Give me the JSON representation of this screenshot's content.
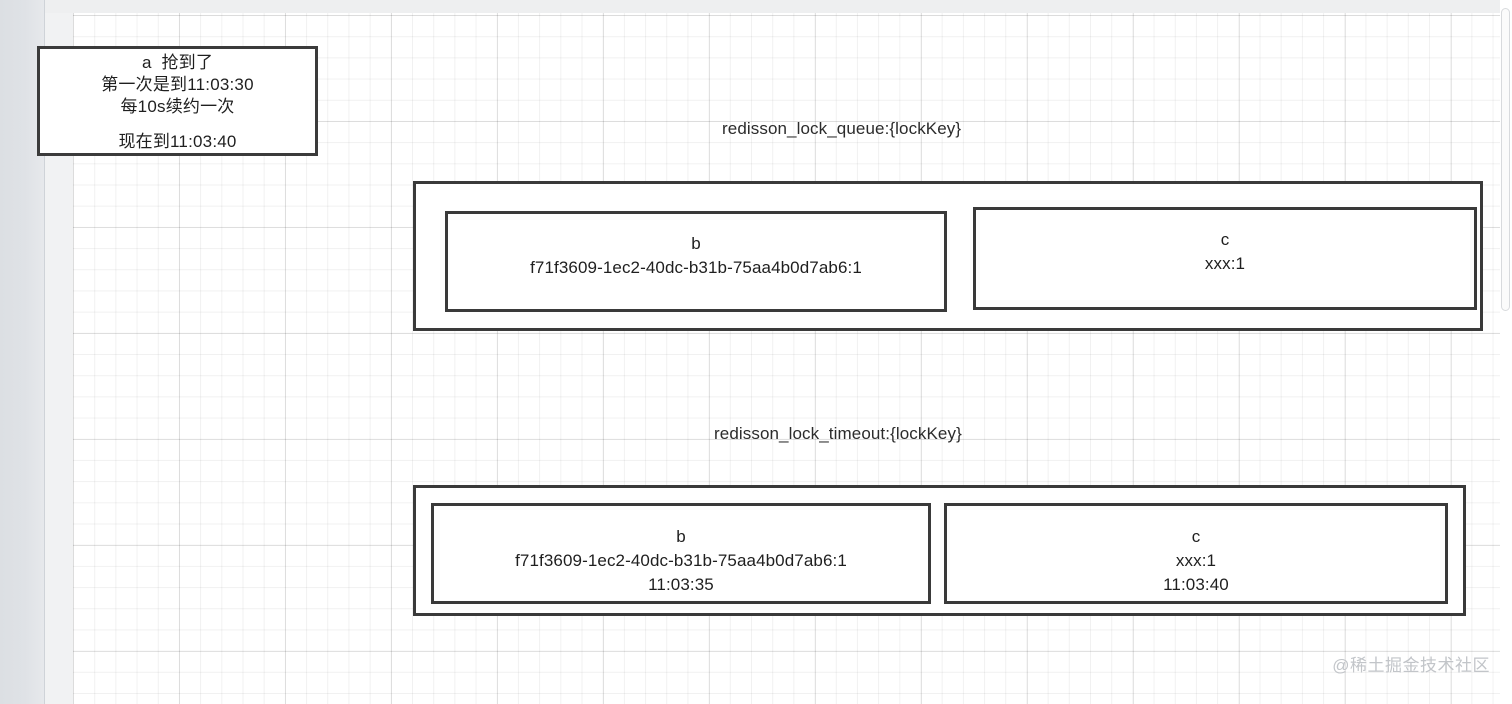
{
  "canvas": {
    "grid": "on",
    "background_color": "#ffffff",
    "grid_color": "#eaeaea"
  },
  "note": {
    "lines": [
      "a  抢到了",
      "第一次是到11:03:30",
      "每10s续约一次",
      "",
      "现在到11:03:40"
    ]
  },
  "groups": [
    {
      "label": "redisson_lock_queue:{lockKey}",
      "cells": [
        {
          "name": "b",
          "lines": [
            "b",
            "f71f3609-1ec2-40dc-b31b-75aa4b0d7ab6:1"
          ]
        },
        {
          "name": "c",
          "lines": [
            "c",
            "xxx:1"
          ]
        }
      ]
    },
    {
      "label": "redisson_lock_timeout:{lockKey}",
      "cells": [
        {
          "name": "b",
          "lines": [
            "b",
            "f71f3609-1ec2-40dc-b31b-75aa4b0d7ab6:1",
            "11:03:35"
          ]
        },
        {
          "name": "c",
          "lines": [
            "c",
            "xxx:1",
            "11:03:40"
          ]
        }
      ]
    }
  ],
  "watermark": "@稀土掘金技术社区",
  "colors": {
    "stroke": "#3a3a3a",
    "text": "#1f1f1f",
    "label": "#2b2b2b",
    "watermark": "#c2c5c9",
    "rail": "#dfe2e6"
  }
}
